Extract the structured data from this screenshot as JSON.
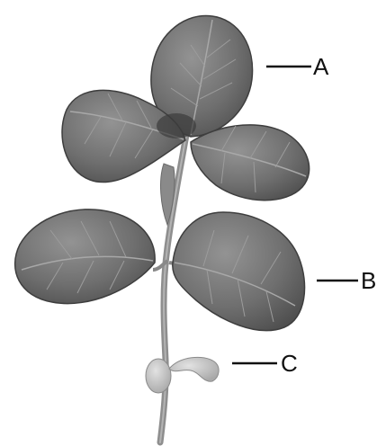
{
  "labels": [
    {
      "id": "A",
      "text": "A"
    },
    {
      "id": "B",
      "text": "B"
    },
    {
      "id": "C",
      "text": "C"
    }
  ],
  "colors": {
    "leaf_fill": "#6f6f6f",
    "leaf_dark": "#4e4e4e",
    "leaf_light": "#9a9a9a",
    "vein": "#b5b5b5",
    "stem": "#8c8c8c",
    "cotyledon": "#c9c9c9",
    "leader_line": "#111111"
  }
}
